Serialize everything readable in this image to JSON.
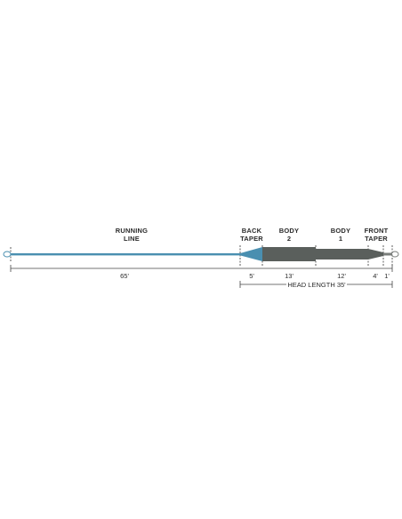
{
  "sections": [
    {
      "name_line1": "RUNNING",
      "name_line2": "LINE",
      "length": "65'"
    },
    {
      "name_line1": "BACK",
      "name_line2": "TAPER",
      "length": "5'"
    },
    {
      "name_line1": "BODY",
      "name_line2": "2",
      "length": "13'"
    },
    {
      "name_line1": "BODY",
      "name_line2": "1",
      "length": "12'"
    },
    {
      "name_line1": "FRONT",
      "name_line2": "TAPER",
      "length": "4'"
    },
    {
      "name_line1": "",
      "name_line2": "",
      "length": "1'"
    }
  ],
  "head_length_label": "HEAD LENGTH 35'",
  "colors": {
    "running_line": "#4a8fb0",
    "back_taper": "#4a8fb0",
    "body": "#5a5f5c",
    "front_taper": "#5a5f5c",
    "tip": "#7a7e7b",
    "text": "#2b2b2b",
    "rule": "#444444",
    "marker": "#333333"
  }
}
